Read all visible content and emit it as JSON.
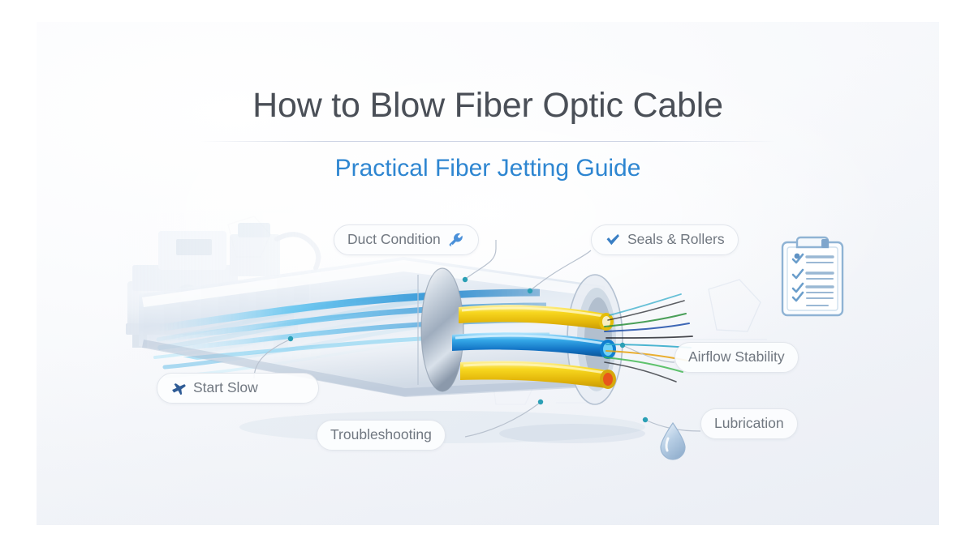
{
  "slide": {
    "title": "How to Blow Fiber Optic Cable",
    "subtitle": "Practical Fiber Jetting Guide",
    "background_color": "#f5f7fa",
    "title_color": "#4a4f57",
    "subtitle_color": "#2e86d1",
    "accent_color": "#2e86d1",
    "divider_color": "#cbd2e2"
  },
  "labels": [
    {
      "id": "duct-condition",
      "text": "Duct Condition",
      "icon": "wrench-icon",
      "icon_position": "right",
      "icon_color": "#4a90d9"
    },
    {
      "id": "seals-rollers",
      "text": "Seals & Rollers",
      "icon": "check-icon",
      "icon_position": "left",
      "icon_color": "#3a7fc4"
    },
    {
      "id": "airflow-stability",
      "text": "Airflow Stability",
      "icon": "none",
      "icon_position": "none",
      "icon_color": ""
    },
    {
      "id": "lubrication",
      "text": "Lubrication",
      "icon": "none",
      "icon_position": "none",
      "icon_color": ""
    },
    {
      "id": "start-slow",
      "text": "Start Slow",
      "icon": "plane-icon",
      "icon_position": "left",
      "icon_color": "#2f5c96"
    },
    {
      "id": "troubleshooting",
      "text": "Troubleshooting",
      "icon": "none",
      "icon_position": "none",
      "icon_color": ""
    }
  ],
  "illustration": {
    "machine_label": "fiber blowing machine",
    "duct_label": "translucent duct cutaway",
    "microduct_colors": [
      "#f5d21e",
      "#1e9ae0",
      "#e8561b",
      "#f2c90f"
    ],
    "airflow_color": "#2ab4e8",
    "clipboard": {
      "icon": "clipboard-checklist-icon",
      "color": "#7fa6cc",
      "rows": 4
    },
    "droplet": {
      "icon": "water-droplet-icon",
      "color": "#a9c3de"
    }
  }
}
